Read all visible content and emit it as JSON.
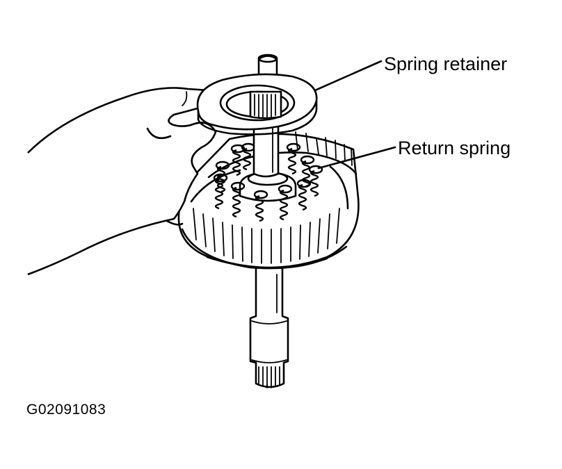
{
  "labels": {
    "spring_retainer": "Spring retainer",
    "return_spring": "Return spring"
  },
  "figure_id": "G02091083"
}
